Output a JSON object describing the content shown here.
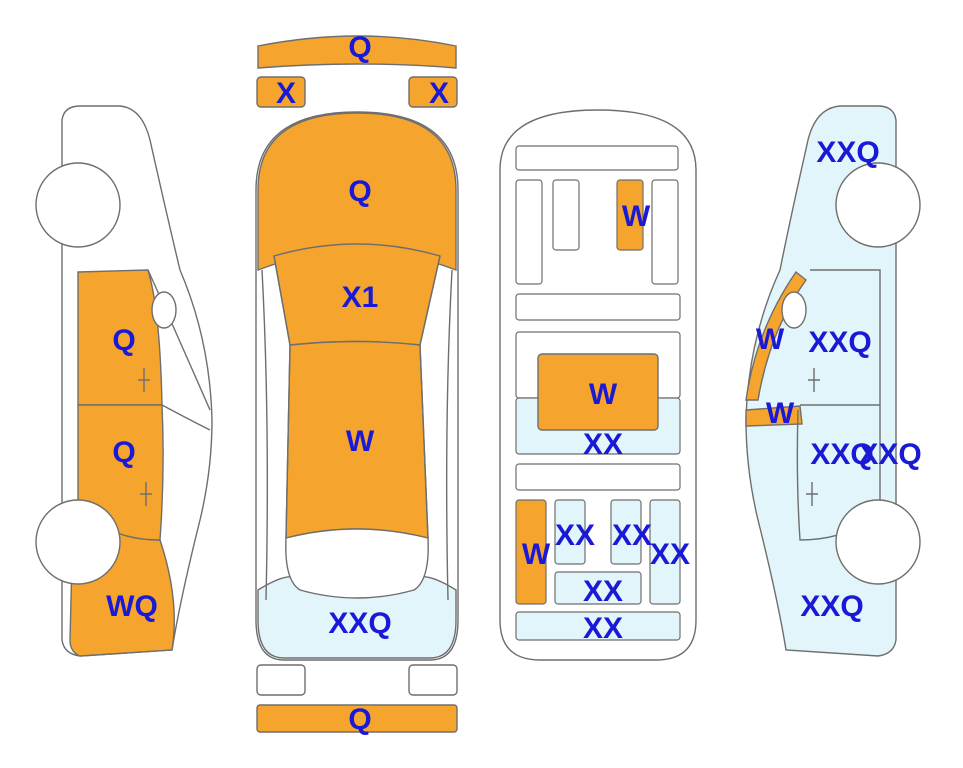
{
  "legend_colors": {
    "orange": "#f5a52e",
    "light_blue": "#e2f5fb",
    "white": "#ffffff",
    "outline": "#6e6e6e",
    "label": "#1a1ad6"
  },
  "left_view": {
    "front_door": "Q",
    "rear_door": "Q",
    "rear_fender": "WQ"
  },
  "top_view": {
    "front_bumper": "Q",
    "left_mirror": "X",
    "right_mirror": "X",
    "hood": "Q",
    "windshield": "X1",
    "roof": "W",
    "trunk": "XXQ",
    "rear_bumper": "Q"
  },
  "interior_view": {
    "rear_seat_console": "W",
    "floor_panel_upper": "W",
    "floor_panel_lower": "XX",
    "left_trunk_rail": "W",
    "trunk_cell_left": "XX",
    "trunk_cell_mid": "XX",
    "trunk_cell_right": "XX",
    "trunk_floor": "XX",
    "trunk_sill": "XX"
  },
  "right_view": {
    "front_fender": "XXQ",
    "a_pillar_upper": "W",
    "a_pillar_lower": "W",
    "front_door": "XXQ",
    "rear_door_left": "XXQ",
    "rear_door_right": "XXQ",
    "rear_fender": "XXQ"
  }
}
